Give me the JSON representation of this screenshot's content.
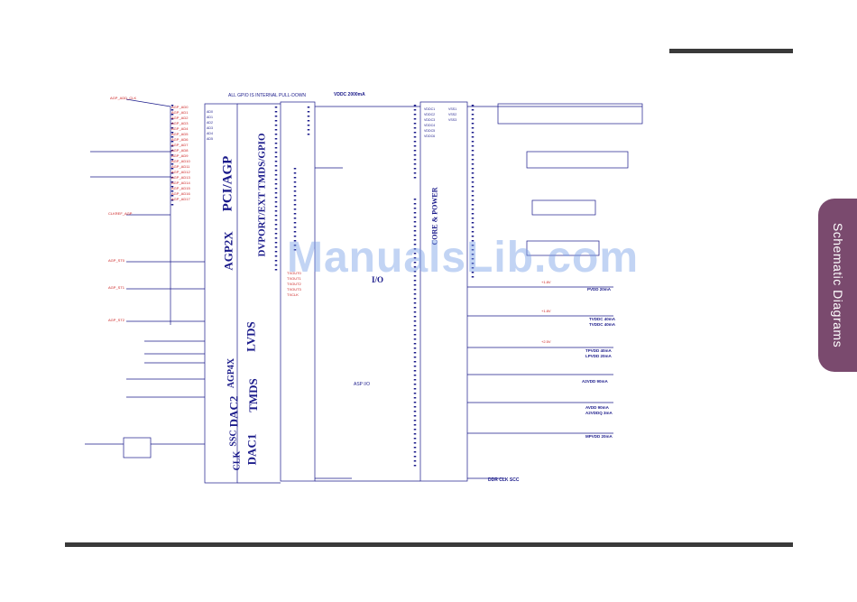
{
  "side_tab": {
    "label": "Schematic Diagrams"
  },
  "watermark": "ManualsLib.com",
  "schematic": {
    "banner": "ALL GPIO IS INTERNAL PULL-DOWN",
    "power_label": "VDDC 2000mA",
    "block_labels": [
      "PCI/AGP",
      "AGP2X",
      "DVPORT/EXT TMDS/GPIO",
      "LVDS",
      "AGP4X",
      "TMDS",
      "DAC2",
      "SSC",
      "DAC1",
      "CLK",
      "I/O",
      "CORE & POWER"
    ],
    "rail_notes": [
      {
        "name": "PVDD",
        "value": "PVDD 20mA"
      },
      {
        "name": "TVDDC",
        "value": "TVDDC 40mA"
      },
      {
        "name": "TVDDC2",
        "value": "TVDDC 40mA"
      },
      {
        "name": "TPVDD",
        "value": "TPVDD 40mA"
      },
      {
        "name": "LPVDD",
        "value": "LPVDD 20mA"
      },
      {
        "name": "A2VDD",
        "value": "A2VDD 90mA"
      },
      {
        "name": "AVDD",
        "value": "AVDD 90mA"
      },
      {
        "name": "A2VDDQ",
        "value": "A2VDDQ 3mA"
      },
      {
        "name": "MPVDD",
        "value": "MPVDD 20mA"
      }
    ],
    "footer_note": "DDR CLK SCC",
    "io_label": "ASP I/O",
    "left_signals": [
      "AGP_ADD_CLK",
      "CLKREF_AGP",
      "AGP_ST0",
      "AGP_ST1",
      "AGP_ST2"
    ]
  }
}
